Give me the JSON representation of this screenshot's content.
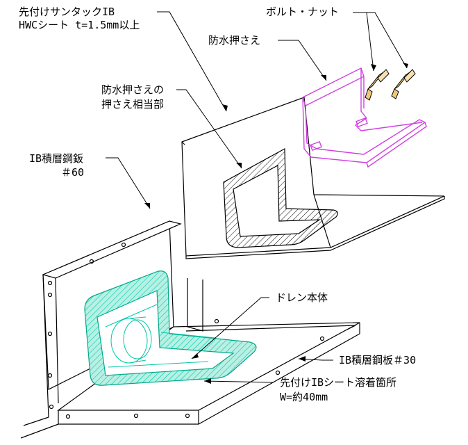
{
  "diagram": {
    "colors": {
      "line": "#000000",
      "cyan": "#00c8a8",
      "cyan_fill": "#b8f0e4",
      "magenta": "#d040e0",
      "bolt": "#f0c878"
    },
    "labels": {
      "sheet_line1": "先付けサンタックIB",
      "sheet_line2": "HWCシート t=1.5mm以上",
      "bolt_nut": "ボルト・ナット",
      "presser": "防水押さえ",
      "presser_part_line1": "防水押さえの",
      "presser_part_line2": "押さえ相当部",
      "ib_steel_line1": "IB積層鋼鈑",
      "ib_steel_line2": "＃60",
      "drain_body": "ドレン本体",
      "ib_plate30": "IB積層鋼板＃30",
      "weld_line1": "先付けIBシート溶着箇所",
      "weld_line2": "W=約40mm"
    }
  }
}
